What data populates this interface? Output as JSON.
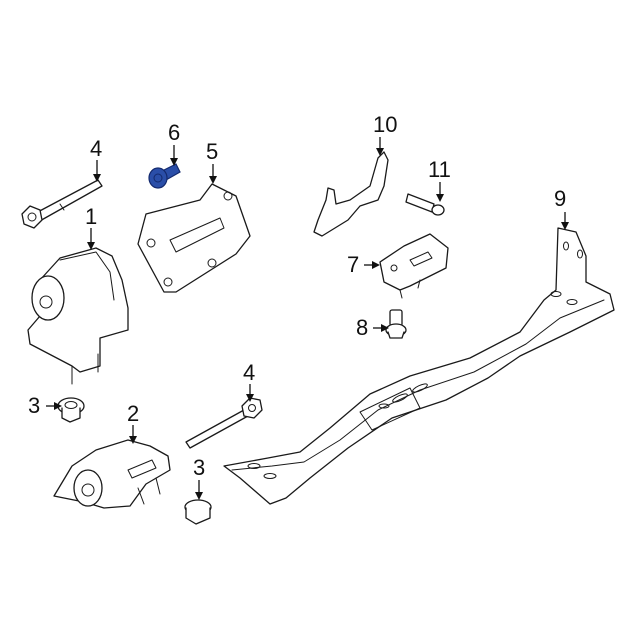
{
  "diagram": {
    "type": "exploded parts diagram",
    "subject": "engine / transmission mount and crossmember assembly",
    "highlight_color": "#2a4ea8",
    "line_color": "#1a1a1a",
    "background": "#ffffff",
    "callouts": [
      {
        "id": "c1",
        "label": "1",
        "part": "engine mount (left)"
      },
      {
        "id": "c2",
        "label": "2",
        "part": "engine mount (right)"
      },
      {
        "id": "c3a",
        "label": "3",
        "part": "flange nut (upper)"
      },
      {
        "id": "c3b",
        "label": "3",
        "part": "flange nut (lower)"
      },
      {
        "id": "c4a",
        "label": "4",
        "part": "through bolt (upper)"
      },
      {
        "id": "c4b",
        "label": "4",
        "part": "through bolt (lower)"
      },
      {
        "id": "c5",
        "label": "5",
        "part": "mount bracket plate"
      },
      {
        "id": "c6",
        "label": "6",
        "part": "bolt (highlighted)"
      },
      {
        "id": "c7",
        "label": "7",
        "part": "transmission mount"
      },
      {
        "id": "c8",
        "label": "8",
        "part": "stud bolt"
      },
      {
        "id": "c9",
        "label": "9",
        "part": "support bracket"
      },
      {
        "id": "c10",
        "label": "10",
        "part": "stud"
      },
      {
        "id": "c11",
        "label": "11",
        "part": "crossmember"
      }
    ]
  }
}
